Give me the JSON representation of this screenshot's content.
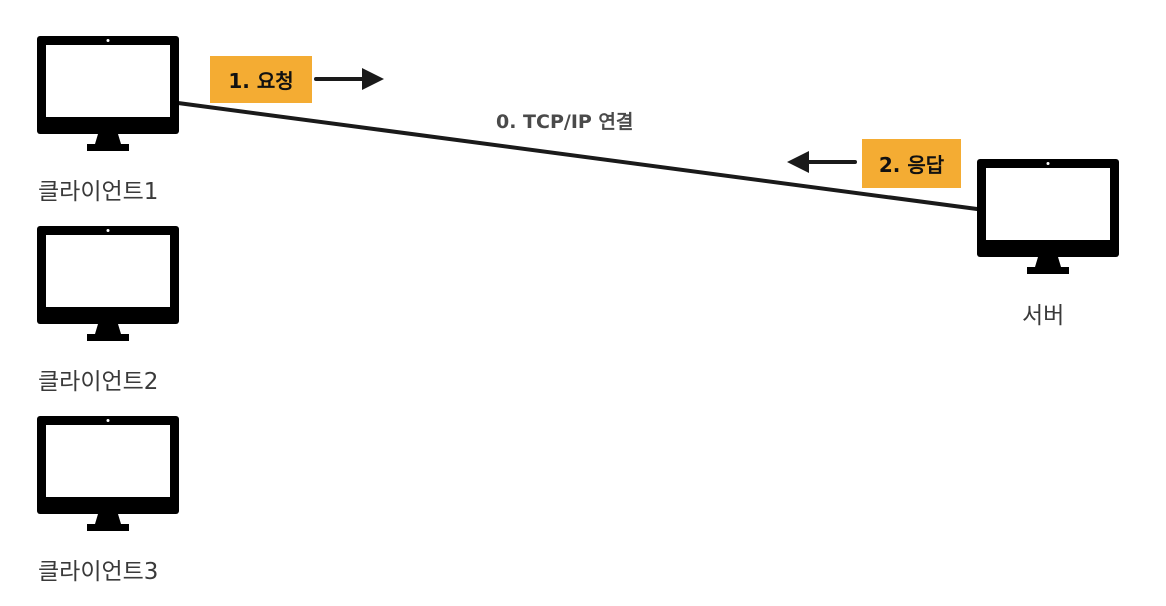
{
  "clients": [
    {
      "label": "클라이언트1"
    },
    {
      "label": "클라이언트2"
    },
    {
      "label": "클라이언트3"
    }
  ],
  "server": {
    "label": "서버"
  },
  "connection": {
    "label": "0. TCP/IP 연결"
  },
  "request": {
    "label": "1. 요청"
  },
  "response": {
    "label": "2. 응답"
  },
  "colors": {
    "step_box": "#f4ac33",
    "monitor": "#000000",
    "line": "#1a1a1a"
  },
  "icons": {
    "monitor": "monitor-icon",
    "arrow": "arrow-icon"
  }
}
